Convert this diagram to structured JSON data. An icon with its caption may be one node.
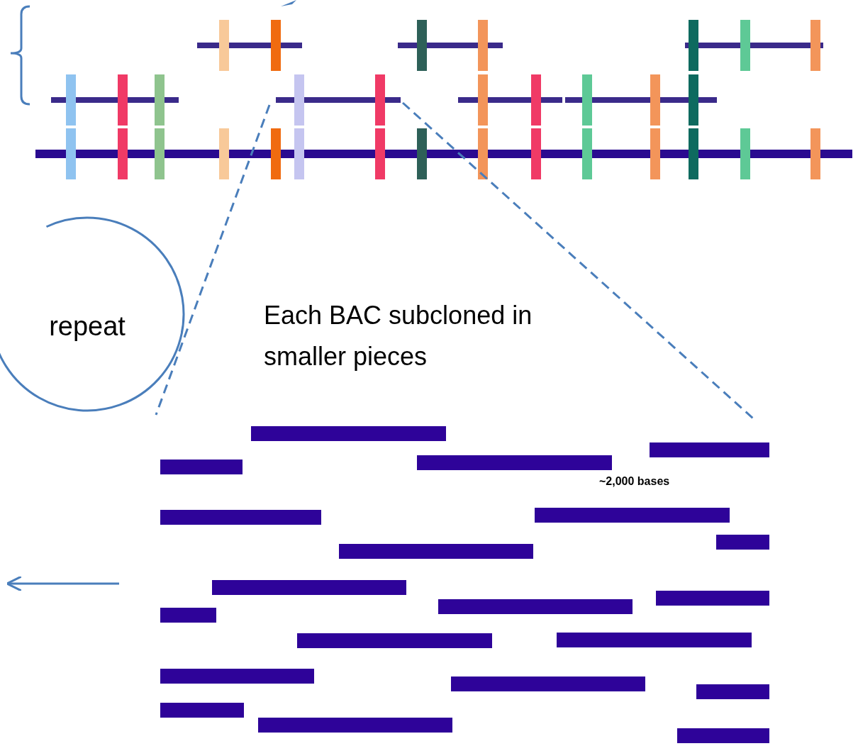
{
  "diagram": {
    "nodes": [
      {
        "text": [
          "repeat"
        ]
      }
    ],
    "labels": [
      "Each BAC subcloned in smaller pieces",
      "~2,000 bases"
    ]
  }
}
